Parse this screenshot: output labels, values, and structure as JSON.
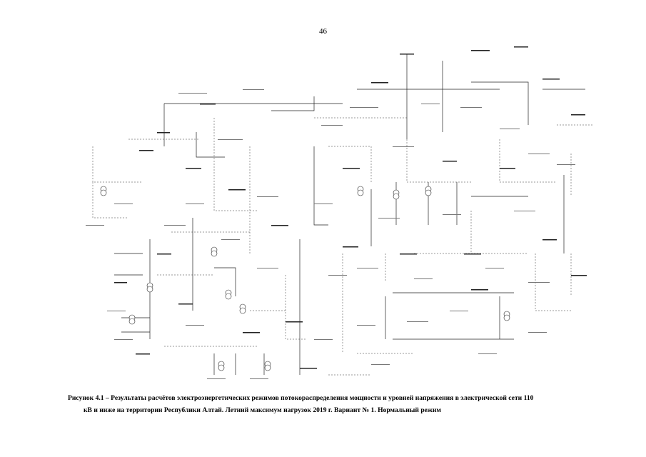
{
  "page": {
    "number": "46"
  },
  "figure": {
    "caption_line1": "Рисунок 4.1 – Результаты расчётов электроэнергетических режимов потокораспределения мощности и уровней напряжения в электрической сети 110",
    "caption_line2": "кВ и ниже на территории Республики Алтай. Летний максимум нагрузок 2019 г. Вариант № 1. Нормальный режим"
  },
  "colors": {
    "ink": "#000000",
    "line": "#222222",
    "background": "#ffffff"
  }
}
